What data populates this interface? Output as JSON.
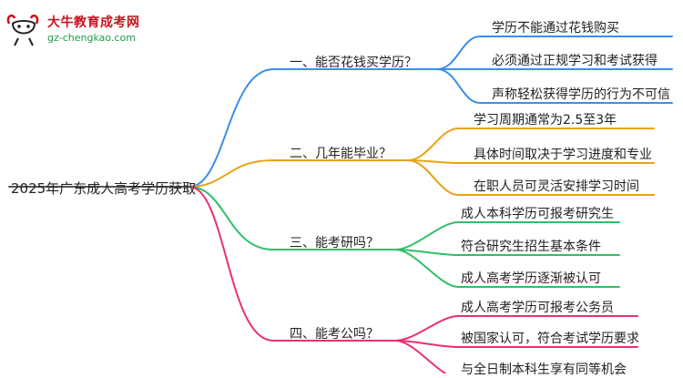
{
  "logo": {
    "name": "大牛教育成考网",
    "url": "gz-chengkao.com"
  },
  "root": "2025年广东成人高考学历获取",
  "branches": [
    {
      "label": "一、能否花钱买学历？",
      "color": "#3a8fe8",
      "leaves": [
        "学历不能通过花钱购买",
        "必须通过正规学习和考试获得",
        "声称轻松获得学历的行为不可信"
      ]
    },
    {
      "label": "二、几年能毕业？",
      "color": "#e8a317",
      "leaves": [
        "学习周期通常为2.5至3年",
        "具体时间取决于学习进度和专业",
        "在职人员可灵活安排学习时间"
      ]
    },
    {
      "label": "三、能考研吗？",
      "color": "#2fbf6a",
      "leaves": [
        "成人本科学历可报考研究生",
        "符合研究生招生基本条件",
        "成人高考学历逐渐被认可"
      ]
    },
    {
      "label": "四、能考公吗？",
      "color": "#e8326f",
      "leaves": [
        "成人高考学历可报考公务员",
        "被国家认可，符合考试学历要求",
        "与全日制本科生享有同等机会"
      ]
    }
  ]
}
